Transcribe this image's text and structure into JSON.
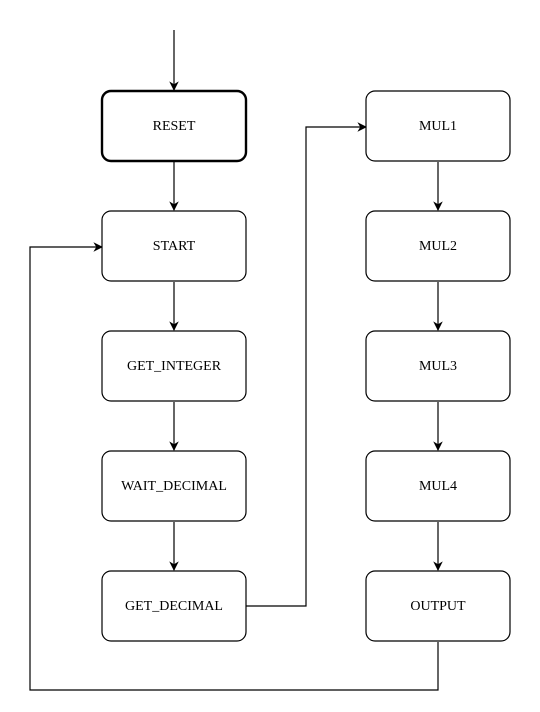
{
  "diagram": {
    "states": {
      "reset": "RESET",
      "start": "START",
      "get_integer": "GET_INTEGER",
      "wait_decimal": "WAIT_DECIMAL",
      "get_decimal": "GET_DECIMAL",
      "mul1": "MUL1",
      "mul2": "MUL2",
      "mul3": "MUL3",
      "mul4": "MUL4",
      "output": "OUTPUT"
    },
    "initial_state": "reset",
    "transitions": [
      [
        "reset",
        "start"
      ],
      [
        "start",
        "get_integer"
      ],
      [
        "get_integer",
        "wait_decimal"
      ],
      [
        "wait_decimal",
        "get_decimal"
      ],
      [
        "get_decimal",
        "mul1"
      ],
      [
        "mul1",
        "mul2"
      ],
      [
        "mul2",
        "mul3"
      ],
      [
        "mul3",
        "mul4"
      ],
      [
        "mul4",
        "output"
      ],
      [
        "output",
        "start"
      ]
    ],
    "colors": {
      "stroke": "#000000",
      "fill": "#ffffff",
      "text": "#000000"
    }
  }
}
